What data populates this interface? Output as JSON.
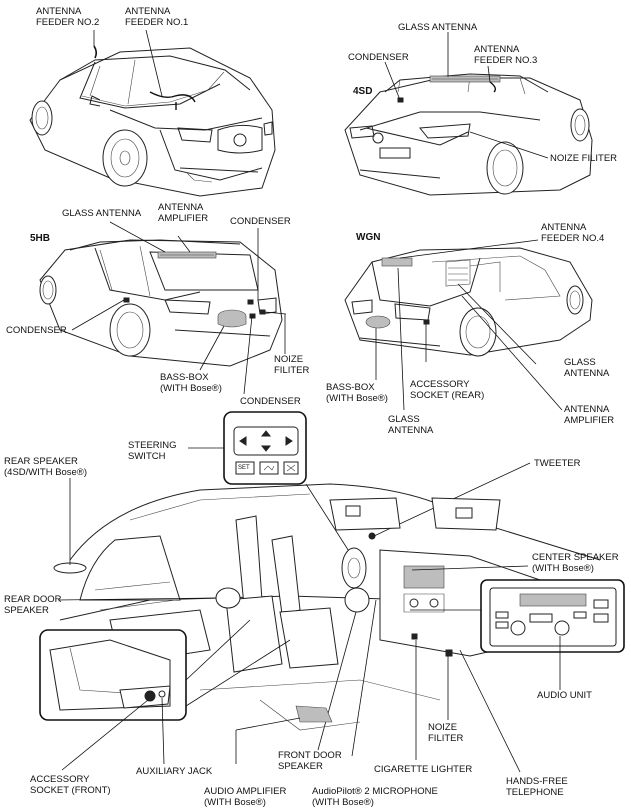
{
  "sections": {
    "sd": "4SD",
    "hb": "5HB",
    "wgn": "WGN"
  },
  "labels": {
    "antenna_feeder_2": "ANTENNA\nFEEDER NO.2",
    "antenna_feeder_1": "ANTENNA\nFEEDER NO.1",
    "glass_antenna_sd": "GLASS ANTENNA",
    "condenser_sd": "CONDENSER",
    "antenna_feeder_3": "ANTENNA\nFEEDER NO.3",
    "noize_filiter_sd": "NOIZE FILITER",
    "glass_antenna_hb": "GLASS ANTENNA",
    "antenna_amplifier_hb": "ANTENNA\nAMPLIFIER",
    "condenser_hb_top": "CONDENSER",
    "condenser_hb_left": "CONDENSER",
    "noize_filiter_hb": "NOIZE\nFILITER",
    "bass_box_hb": "BASS-BOX\n(WITH Bose®)",
    "condenser_hb_bottom": "CONDENSER",
    "antenna_feeder_4": "ANTENNA\nFEEDER NO.4",
    "glass_antenna_wgn_right": "GLASS\nANTENNA",
    "antenna_amplifier_wgn": "ANTENNA\nAMPLIFIER",
    "accessory_socket_rear": "ACCESSORY\nSOCKET (REAR)",
    "bass_box_wgn": "BASS-BOX\n(WITH Bose®)",
    "glass_antenna_wgn_bottom": "GLASS\nANTENNA",
    "steering_switch": "STEERING\nSWITCH",
    "rear_speaker": "REAR SPEAKER\n(4SD/WITH Bose®)",
    "tweeter": "TWEETER",
    "center_speaker": "CENTER SPEAKER\n(WITH Bose®)",
    "rear_door_speaker": "REAR DOOR\nSPEAKER",
    "audio_unit": "AUDIO UNIT",
    "noize_filiter_int": "NOIZE\nFILITER",
    "accessory_socket_front": "ACCESSORY\nSOCKET (FRONT)",
    "auxiliary_jack": "AUXILIARY JACK",
    "front_door_speaker": "FRONT DOOR\nSPEAKER",
    "cigarette_lighter": "CIGARETTE LIGHTER",
    "audio_amplifier": "AUDIO AMPLIFIER\n(WITH Bose®)",
    "audiopilot_mic": "AudioPilot® 2 MICROPHONE\n(WITH Bose®)",
    "hands_free_telephone": "HANDS-FREE\nTELEPHONE"
  },
  "steering_switch_buttons": {
    "set": "SET"
  }
}
